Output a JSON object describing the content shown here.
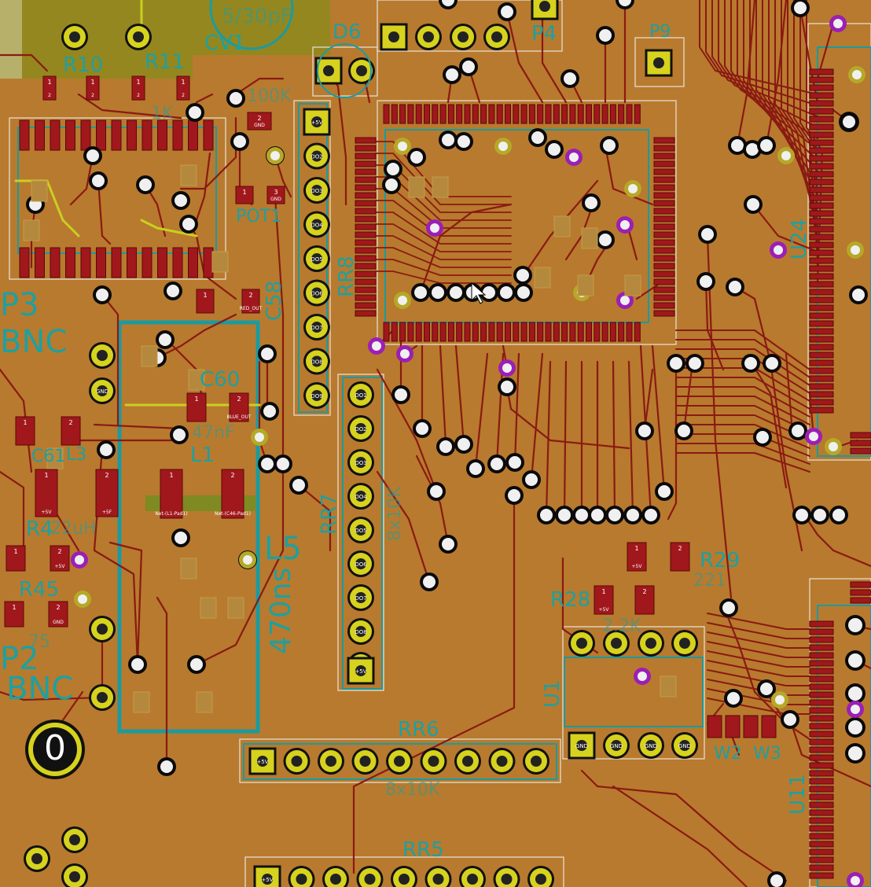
{
  "app": {
    "view": "pcb-editor-canvas"
  },
  "colors": {
    "board": "#b87a2e",
    "trace": "#8a1a12",
    "pad_red": "#a0181c",
    "pad_yellow": "#d6d21e",
    "via_ring": "#0a0a0a",
    "via_purple": "#9b1fb5",
    "silkscreen": "#1ea0a0",
    "courtyard": "#e8e4dc",
    "fill_yellow": "#8a8a1a"
  },
  "labels": {
    "c_v1": "CV1",
    "d6": "D6",
    "p4": "P4",
    "p9": "P9",
    "r10": "R10",
    "r11": "R11",
    "pot1": "POT1",
    "r28": "R28",
    "r29": "R29",
    "rr8": "RR8",
    "rr7": "RR7",
    "rr6": "RR6",
    "rr5": "RR5",
    "u1": "U1",
    "u11": "U11",
    "u24": "U24",
    "c58": "C58",
    "c60": "C60",
    "c61": "C61",
    "l1": "L1",
    "l3": "L3",
    "l5": "L5",
    "r4": "R4",
    "r45": "R45",
    "w2": "W2",
    "w3": "W3",
    "bnc_top": "BNC",
    "p3": "P3",
    "p2": "P2",
    "bnc_bottom": "BNC",
    "num_origin": "0",
    "val_cv1": "5/30pF",
    "val_100k": "100K",
    "val_470ns": "470ns",
    "val_47nf": "47nF",
    "val_22uh": "22uH",
    "val_8x10k": "8x10K",
    "val_8x10k_b": "8x10K",
    "val_221": "221",
    "val_22k": "2.2K",
    "val_75": "75",
    "val_1k": "1K"
  },
  "pad_text": {
    "gnd": "GND",
    "plus5v": "+5V",
    "plus5f": "+5F",
    "do1": "DO1",
    "do2": "DO2",
    "do3": "DO3",
    "do4": "DO4",
    "do5": "DO5",
    "do6": "DO6",
    "do7": "DO7",
    "do8": "DO8",
    "do9": "DO9",
    "do10": "DO10",
    "net_l1": "Net-(L1-Pad1)",
    "net_c46": "Net-(C46-Pad1)",
    "blue_out": "BLUE_OUT",
    "red_out": "RED_OUT"
  }
}
